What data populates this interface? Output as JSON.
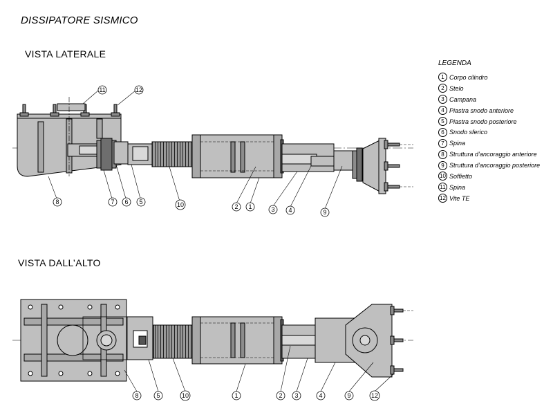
{
  "title": "DISSIPATORE SISMICO",
  "views": {
    "side": "VISTA LATERALE",
    "top": "VISTA DALL’ALTO"
  },
  "legend": {
    "title": "LEGENDA",
    "items": [
      {
        "num": "1",
        "label": "Corpo cilindro"
      },
      {
        "num": "2",
        "label": "Stelo"
      },
      {
        "num": "3",
        "label": "Campana"
      },
      {
        "num": "4",
        "label": "Piastra snodo anteriore"
      },
      {
        "num": "5",
        "label": "Piastra snodo posteriore"
      },
      {
        "num": "6",
        "label": "Snodo sferico"
      },
      {
        "num": "7",
        "label": "Spina"
      },
      {
        "num": "8",
        "label": "Struttura d’ancoraggio anteriore"
      },
      {
        "num": "9",
        "label": "Struttura d’ancoraggio posteriore"
      },
      {
        "num": "10",
        "label": "Soffietto"
      },
      {
        "num": "11",
        "label": "Spina"
      },
      {
        "num": "12",
        "label": "Vite TE"
      }
    ]
  },
  "callouts": {
    "side": [
      "11",
      "12",
      "8",
      "7",
      "6",
      "5",
      "10",
      "2",
      "1",
      "3",
      "4",
      "9"
    ],
    "top": [
      "8",
      "5",
      "10",
      "1",
      "2",
      "3",
      "4",
      "9",
      "12"
    ]
  },
  "colors": {
    "part_fill": "#bfbfbf",
    "part_dark": "#8c8c8c",
    "stroke": "#000000"
  }
}
